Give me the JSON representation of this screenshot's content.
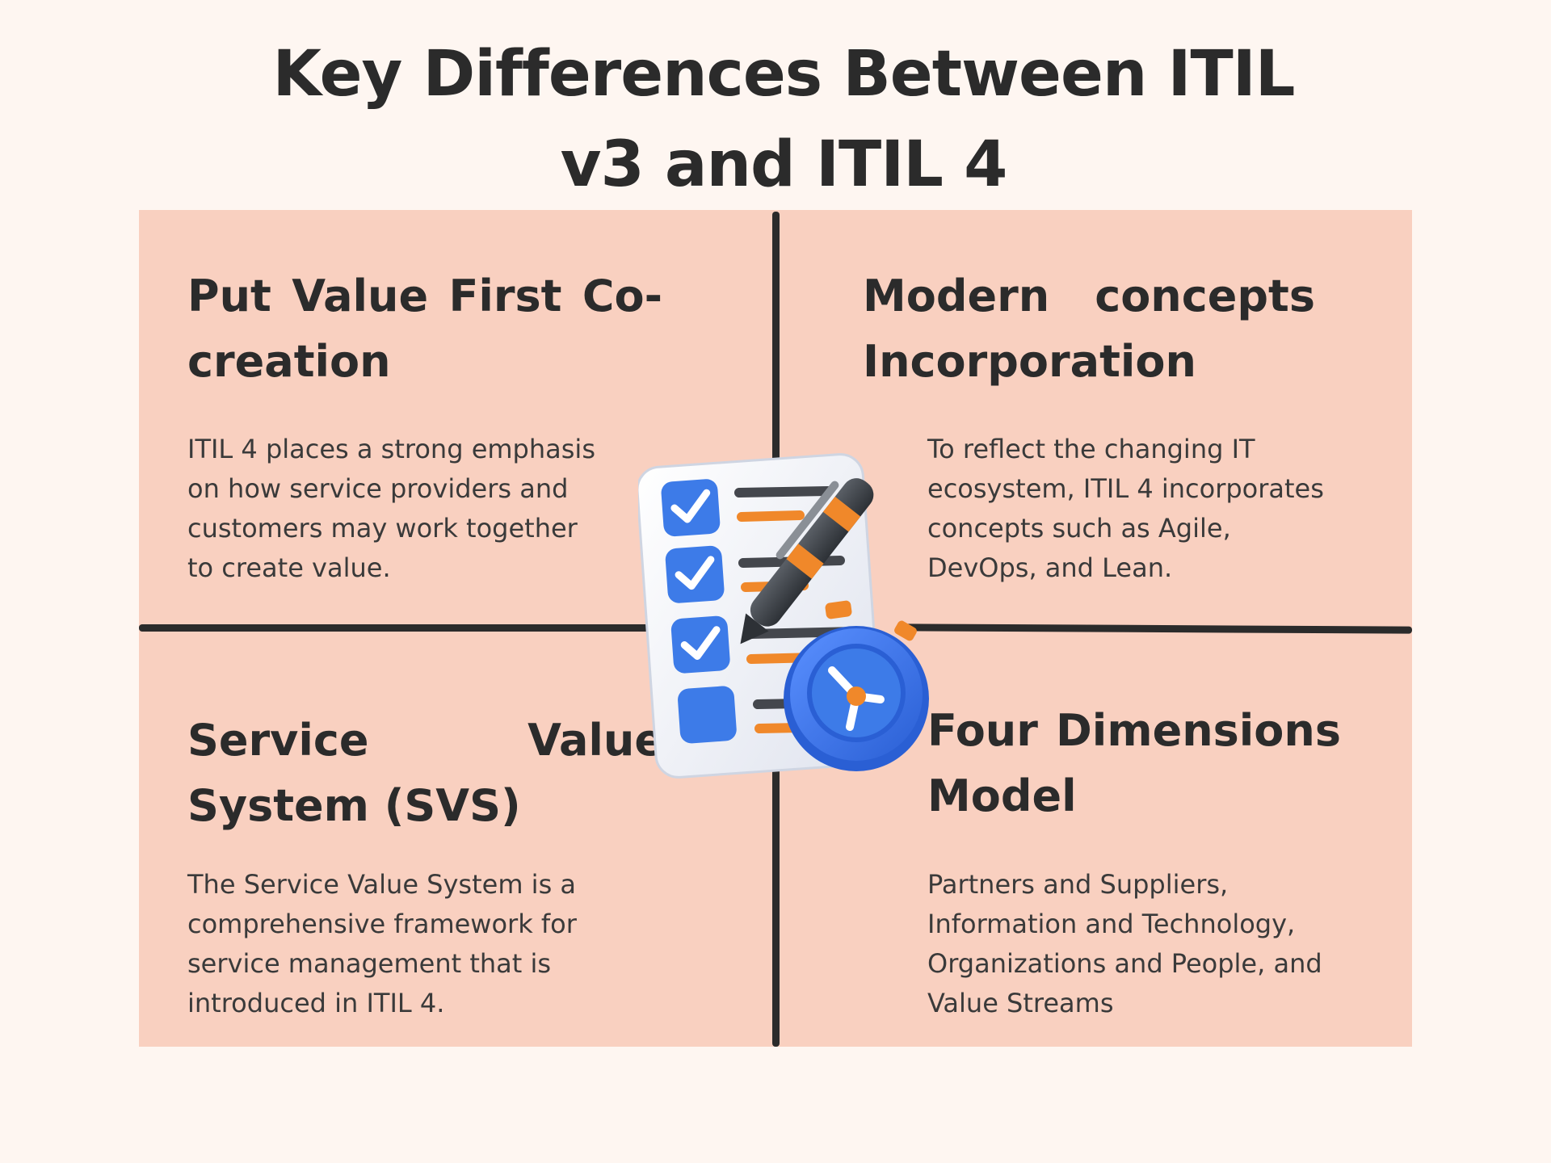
{
  "header": {
    "title_line1": "Key Differences Between ITIL",
    "title_line2": "v3 and ITIL 4"
  },
  "quadrants": [
    {
      "title": "Put Value First Co-creation",
      "body": " ITIL 4 places a strong emphasis\non how service providers and\ncustomers may work together\nto create value."
    },
    {
      "title": "Modern concepts Incorporation",
      "body": "To reflect the changing IT\necosystem, ITIL 4 incorporates\nconcepts such as Agile,\nDevOps, and Lean."
    },
    {
      "title": "Service Value System (SVS)",
      "body": "The Service Value System is a\ncomprehensive framework for\nservice management that is\nintroduced in ITIL 4."
    },
    {
      "title": "Four Dimensions Model",
      "body": "Partners and Suppliers,\nInformation and Technology,\nOrganizations and People, and\nValue Streams"
    }
  ],
  "illustration": {
    "icon": "checklist-pen-clock-icon",
    "checked_items": 3,
    "total_items": 4
  },
  "colors": {
    "background": "#fef6f1",
    "panel": "#f9d0c0",
    "divider": "#2b2b2b",
    "accent_blue": "#3d7be8",
    "accent_orange": "#f0882a"
  }
}
